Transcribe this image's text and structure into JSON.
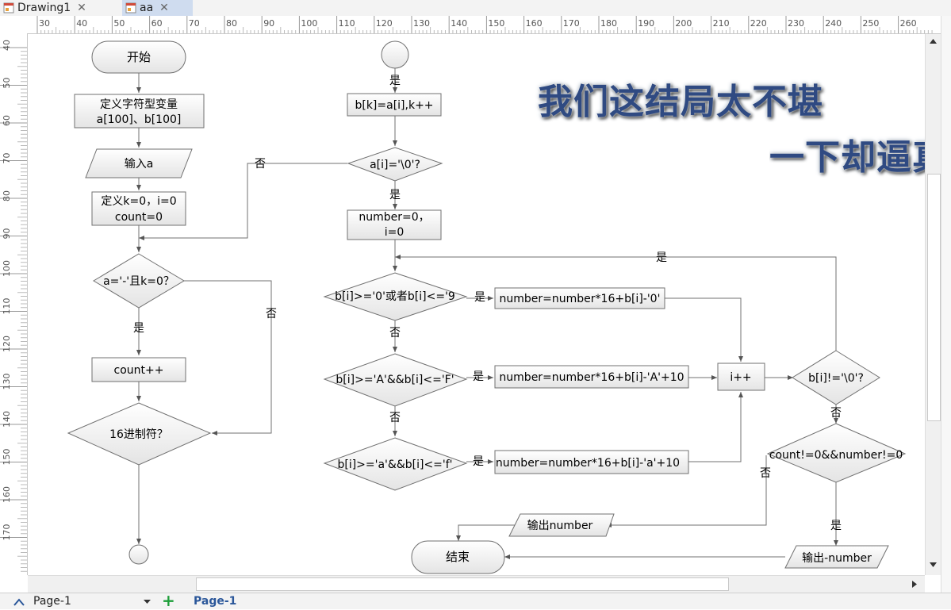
{
  "tabs": [
    {
      "label": "Drawing1",
      "close": "✕"
    },
    {
      "label": "aa",
      "close": "✕"
    }
  ],
  "ruler": {
    "top": [
      "30",
      "40",
      "50",
      "60",
      "70",
      "80",
      "90",
      "100",
      "110",
      "120",
      "130",
      "140",
      "150",
      "160",
      "170",
      "180",
      "190",
      "200",
      "210",
      "220",
      "230",
      "240",
      "250",
      "260"
    ],
    "left": [
      "40",
      "50",
      "60",
      "70",
      "80",
      "90",
      "100",
      "110",
      "120",
      "130",
      "140",
      "150",
      "160",
      "170"
    ]
  },
  "flow_left": {
    "start": "开始",
    "define1": "定义字符型变量",
    "define2": "a[100]、b[100]",
    "input": "输入a",
    "init1": "定义k=0，i=0",
    "init2": "count=0",
    "cond1": "a='-'且k=0？",
    "yes1": "是",
    "no1": "否",
    "count": "count++",
    "cond2": "16进制符？"
  },
  "flow_right": {
    "yes_top": "是",
    "assign": "b[k]=a[i],k++",
    "cond_end": "a[i]='\\0'?",
    "no_end": "否",
    "yes_end": "是",
    "num_init1": "number=0，",
    "num_init2": "i=0",
    "loop_yes": "是",
    "c09": "b[i]>='0'或者b[i]<='9",
    "c09_yes": "是",
    "c09_no": "否",
    "op09": "number=number*16+b[i]-'0'",
    "cAF": "b[i]>='A'&&b[i]<='F'",
    "cAF_yes": "是",
    "cAF_no": "否",
    "opAF": "number=number*16+b[i]-'A'+10",
    "inc": "i++",
    "cnul": "b[i]!='\\0'?",
    "cnul_no": "否",
    "caf": "b[i]>='a'&&b[i]<='f'",
    "caf_yes": "是",
    "opaf": "number=number*16+b[i]-'a'+10",
    "cnt": "count!=0&&number!=0",
    "cnt_no": "否",
    "cnt_yes": "是",
    "out_pos": "输出number",
    "out_neg": "输出-number",
    "end": "结束"
  },
  "overlay": {
    "line1": "我们这结局太不堪",
    "line2": "一下却逼真"
  },
  "bottom": {
    "page_select": "Page-1",
    "add": "+",
    "page_tab": "Page-1"
  },
  "colors": {
    "accent": "#2b579a",
    "add": "#1e9e3a",
    "tab_active": "#cfdcef"
  }
}
